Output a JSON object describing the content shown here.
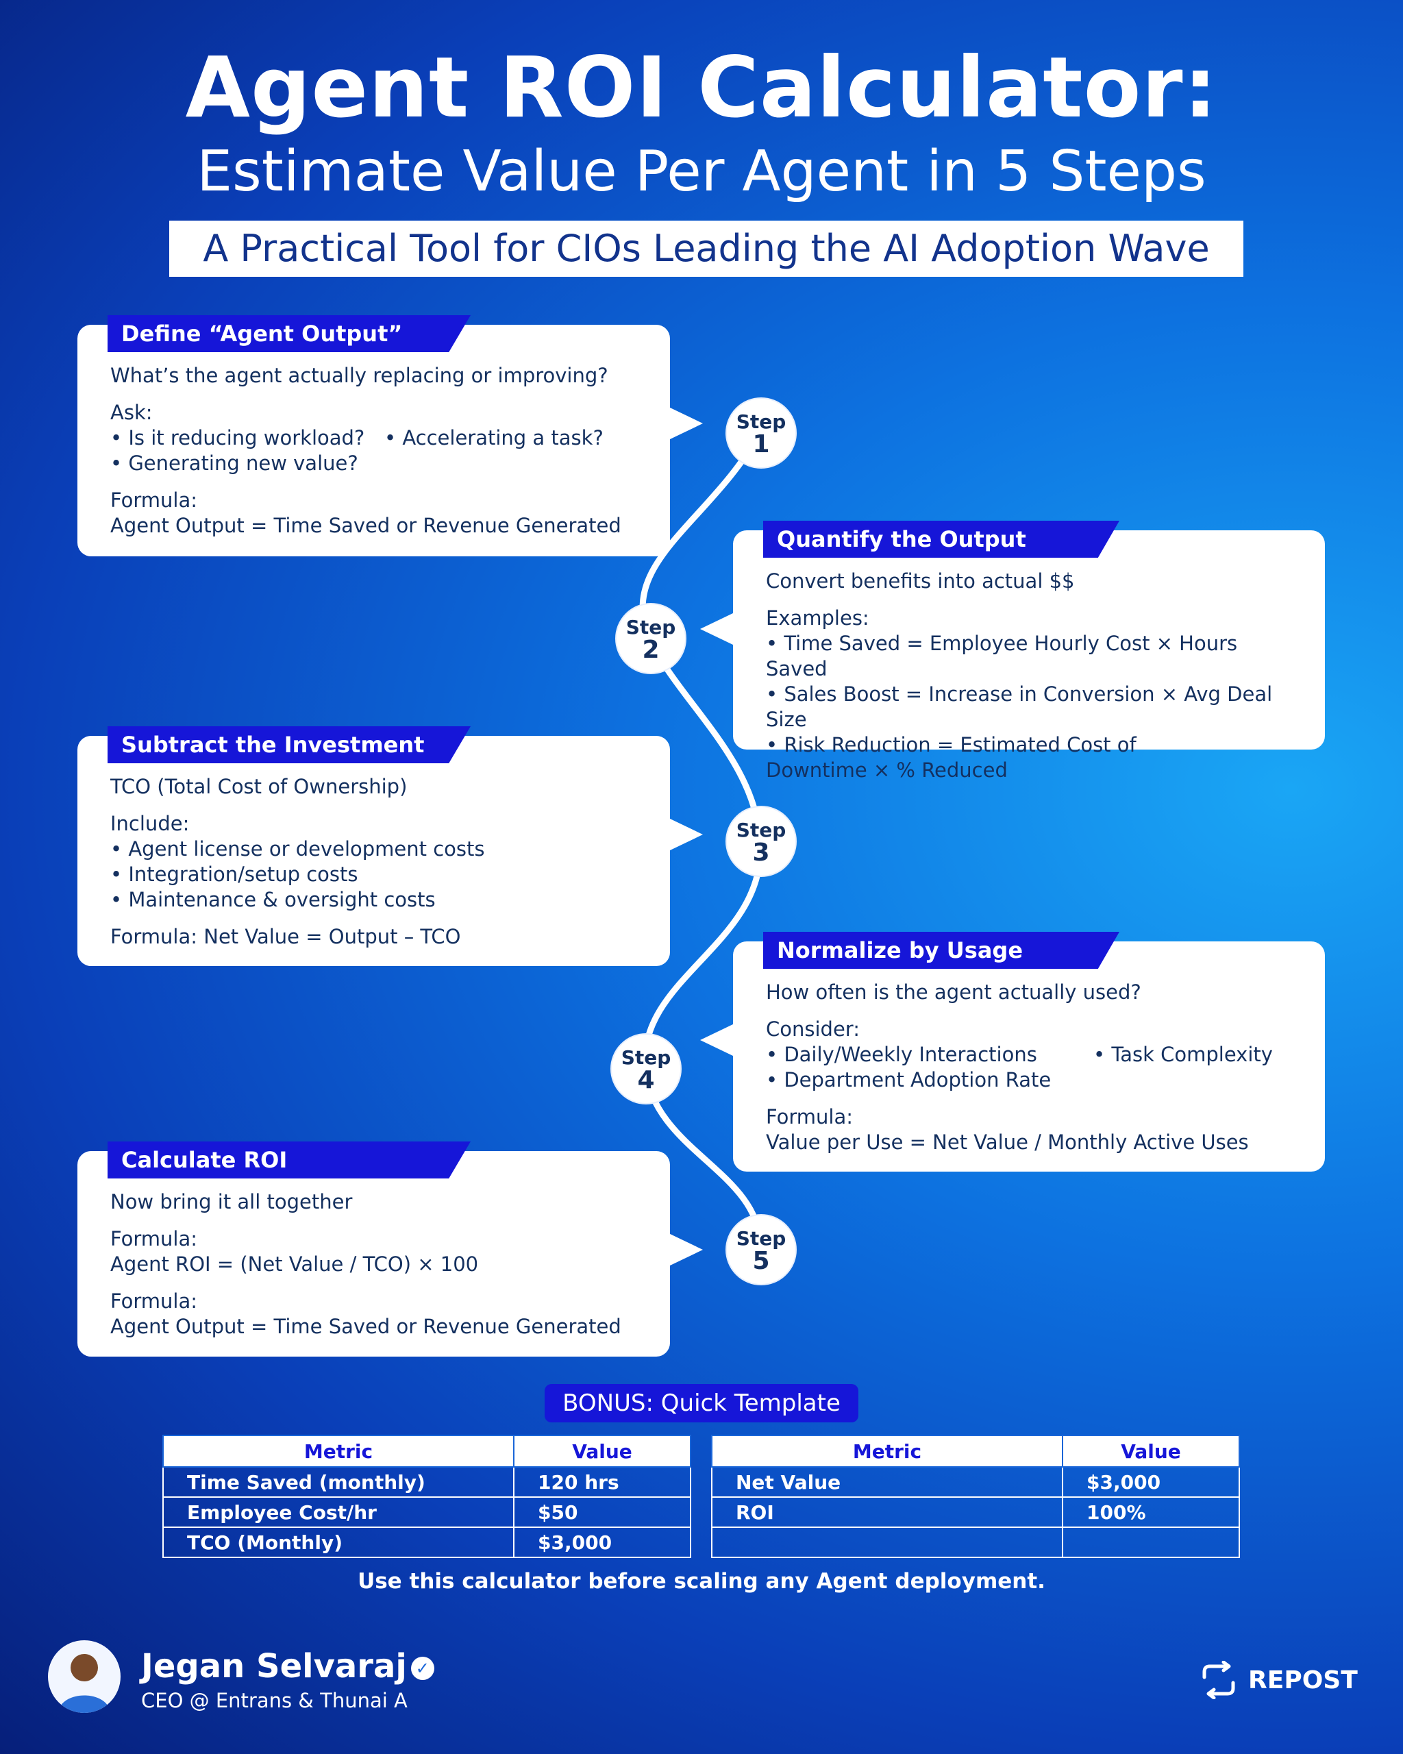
{
  "header": {
    "title": "Agent ROI Calculator:",
    "title_line2": "Estimate Value Per Agent in 5 Steps",
    "subtitle": "A Practical Tool for CIOs Leading the AI Adoption Wave"
  },
  "steps": {
    "step_label": "Step",
    "numbers": [
      "1",
      "2",
      "3",
      "4",
      "5"
    ]
  },
  "cards": {
    "define": {
      "title": "Define “Agent Output”",
      "intro": "What’s the agent actually replacing or improving?",
      "ask_label": "Ask:",
      "bullet_1": "• Is it reducing workload?",
      "bullet_2": "• Accelerating a task?",
      "bullet_3": "• Generating new value?",
      "formula_label": "Formula:",
      "formula": "Agent Output = Time Saved or Revenue Generated"
    },
    "quantify": {
      "title": "Quantify the Output",
      "intro": "Convert benefits into actual $$",
      "examples_label": "Examples:",
      "bullet_1": "• Time Saved = Employee Hourly Cost × Hours Saved",
      "bullet_2": "• Sales Boost = Increase in Conversion × Avg Deal Size",
      "bullet_3": "• Risk Reduction = Estimated Cost of",
      "bullet_3b": "Downtime × % Reduced"
    },
    "subtract": {
      "title": "Subtract the Investment",
      "intro": "TCO (Total Cost of Ownership)",
      "include_label": "Include:",
      "bullet_1": "• Agent license or development costs",
      "bullet_2": "• Integration/setup costs",
      "bullet_3": "• Maintenance & oversight costs",
      "formula": "Formula:   Net Value = Output – TCO"
    },
    "normalize": {
      "title": "Normalize by Usage",
      "intro": "How often is the agent actually used?",
      "consider_label": "Consider:",
      "bullet_1": "• Daily/Weekly Interactions",
      "bullet_2": "• Task Complexity",
      "bullet_3": "• Department Adoption Rate",
      "formula_label": "Formula:",
      "formula": "Value per Use = Net Value / Monthly Active Uses"
    },
    "calculate": {
      "title": "Calculate ROI",
      "intro": "Now bring it all together",
      "formula_label": "Formula:",
      "formula": "Agent ROI = (Net Value / TCO) × 100",
      "formula_label_2": "Formula:",
      "formula_2": "Agent Output = Time Saved or Revenue Generated"
    }
  },
  "bonus": {
    "label": "BONUS: Quick Template",
    "headers": [
      "Metric",
      "Value"
    ],
    "left_table": [
      [
        "Time Saved (monthly)",
        "120 hrs"
      ],
      [
        "Employee Cost/hr",
        "$50"
      ],
      [
        "TCO (Monthly)",
        "$3,000"
      ]
    ],
    "right_table": [
      [
        "Net Value",
        "$3,000"
      ],
      [
        "ROI",
        "100%"
      ],
      [
        "",
        ""
      ]
    ],
    "note": "Use this calculator before scaling any Agent deployment."
  },
  "footer": {
    "author": "Jegan Selvaraj",
    "role": "CEO @ Entrans & Thunai A",
    "repost": "REPOST"
  },
  "colors": {
    "accent": "#1616d8",
    "card_text": "#14305f",
    "background_dark": "#061f7a",
    "background_light": "#1aa6f5"
  }
}
